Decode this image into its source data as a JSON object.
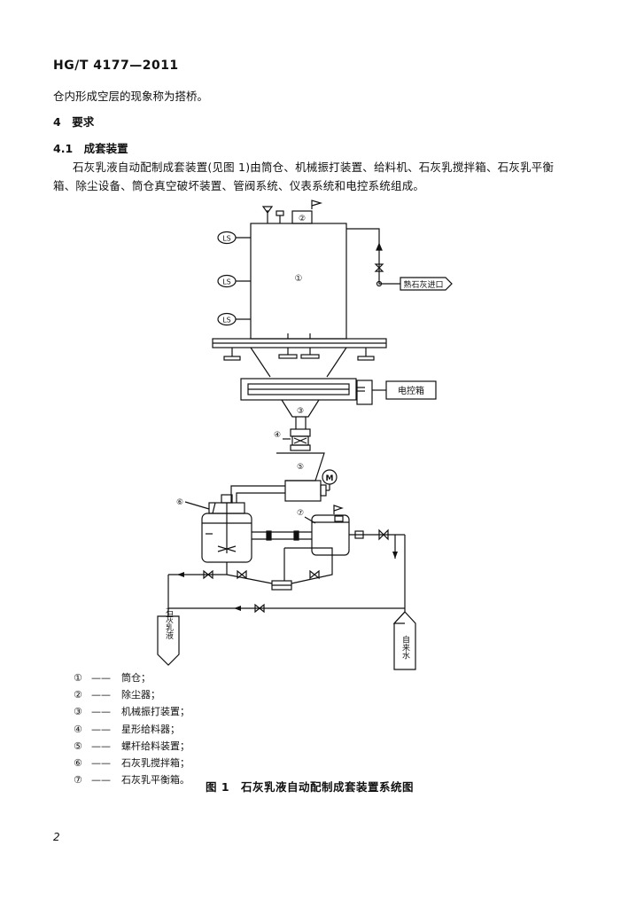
{
  "header": {
    "standard_code": "HG/T 4177—2011"
  },
  "body": {
    "prev_paragraph": "仓内形成空层的现象称为搭桥。",
    "section4_heading": "4　要求",
    "section41_heading": "4.1　成套装置",
    "section41_para_line1": "石灰乳液自动配制成套装置(见图 1)由筒仓、机械振打装置、给料机、石灰乳搅拌箱、石灰乳平衡",
    "section41_para_line2": "箱、除尘设备、筒仓真空破坏装置、管阀系统、仪表系统和电控系统组成。"
  },
  "figure": {
    "labels": {
      "ls": "LS",
      "n1": "①",
      "n2": "②",
      "n3": "③",
      "n4": "④",
      "n5": "⑤",
      "n6": "⑥",
      "n7": "⑦",
      "motor": "M",
      "quicklime_inlet": "熟石灰进口",
      "control_box": "电控箱",
      "lime_milk_out": "石灰乳液",
      "tap_water": "自来水"
    },
    "legend": [
      {
        "num": "①",
        "dash": "——",
        "name": "筒仓；"
      },
      {
        "num": "②",
        "dash": "——",
        "name": "除尘器；"
      },
      {
        "num": "③",
        "dash": "——",
        "name": "机械振打装置；"
      },
      {
        "num": "④",
        "dash": "——",
        "name": "星形给料器；"
      },
      {
        "num": "⑤",
        "dash": "——",
        "name": "螺杆给料装置；"
      },
      {
        "num": "⑥",
        "dash": "——",
        "name": "石灰乳搅拌箱；"
      },
      {
        "num": "⑦",
        "dash": "——",
        "name": "石灰乳平衡箱。"
      }
    ],
    "caption": "图 1　石灰乳液自动配制成套装置系统图"
  },
  "footer": {
    "page_number": "2"
  }
}
